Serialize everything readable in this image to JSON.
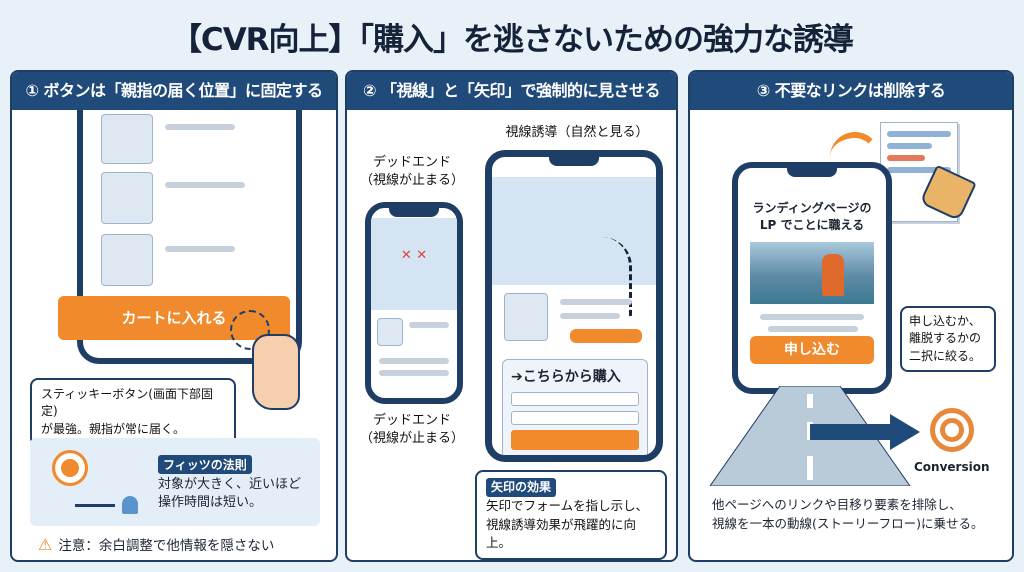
{
  "title": "【CVR向上】「購入」を逃さないための強力な誘導",
  "panel1": {
    "header": "① ボタンは「親指の届く位置」に固定する",
    "cart_button": "カートに入れる",
    "callout_line1": "スティッキーボタン(画面下部固定)",
    "callout_line2": "が最強。親指が常に届く。",
    "fitts_tag": "フィッツの法則",
    "fitts_line1": "対象が大きく、近いほど",
    "fitts_line2": "操作時間は短い。",
    "warning": "注意：余白調整で他情報を隠さない"
  },
  "panel2": {
    "header": "② 「視線」と「矢印」で強制的に見させる",
    "guided_label": "視線誘導（自然と見る）",
    "dead_end_top_1": "デッドエンド",
    "dead_end_top_2": "（視線が止まる）",
    "dead_end_bottom_1": "デッドエンド",
    "dead_end_bottom_2": "（視線が止まる）",
    "form_heading": "➔こちらから購入",
    "callout_tag": "矢印の効果",
    "callout_line1": "矢印でフォームを指し示し、",
    "callout_line2": "視線誘導効果が飛躍的に向上。"
  },
  "panel3": {
    "header": "③ 不要なリンクは削除する",
    "lp_title_1": "ランディングページの",
    "lp_title_2": "LP でことに職える",
    "apply_button": "申し込む",
    "callout_line1": "申し込むか、",
    "callout_line2": "離脱するかの",
    "callout_line3": "二択に絞る。",
    "conversion": "Conversion",
    "footer_line1": "他ページへのリンクや目移り要素を排除し、",
    "footer_line2": "視線を一本の動線(ストーリーフロー)に乗せる。"
  },
  "colors": {
    "navy": "#1f4a7a",
    "orange": "#f08a2c",
    "bg": "#e8f1f8"
  }
}
